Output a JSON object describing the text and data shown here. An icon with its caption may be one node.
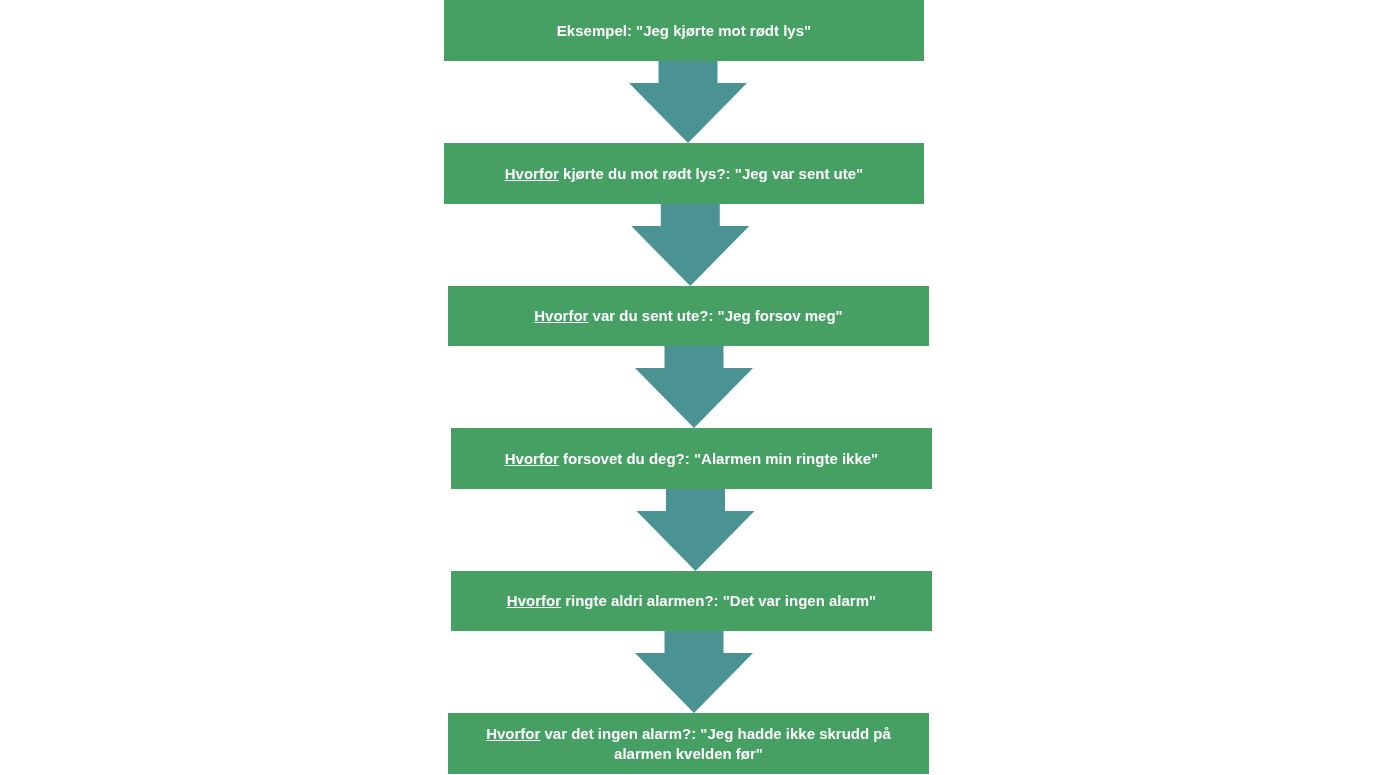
{
  "diagram": {
    "nodes": [
      {
        "text": [
          "Eksempel: \"Jeg kjørte mot rødt lys\""
        ]
      },
      {
        "text": [
          "Hvorfor kjørte du mot rødt lys?: \"Jeg var sent ute\""
        ]
      },
      {
        "text": [
          "Hvorfor var du sent ute?: \"Jeg forsov meg\""
        ]
      },
      {
        "text": [
          "Hvorfor forsovet du deg?: \"Alarmen min ringte ikke\""
        ]
      },
      {
        "text": [
          "Hvorfor ringte aldri alarmen?: \"Det var ingen alarm\""
        ]
      },
      {
        "text": [
          "Hvorfor var det ingen alarm?: \"Jeg hadde ikke skrudd på alarmen kvelden før\""
        ]
      }
    ],
    "edges": [
      {
        "from": 0,
        "to": 1,
        "arrow": "to"
      },
      {
        "from": 1,
        "to": 2,
        "arrow": "to"
      },
      {
        "from": 2,
        "to": 3,
        "arrow": "to"
      },
      {
        "from": 3,
        "to": 4,
        "arrow": "to"
      },
      {
        "from": 4,
        "to": 5,
        "arrow": "to"
      }
    ]
  }
}
